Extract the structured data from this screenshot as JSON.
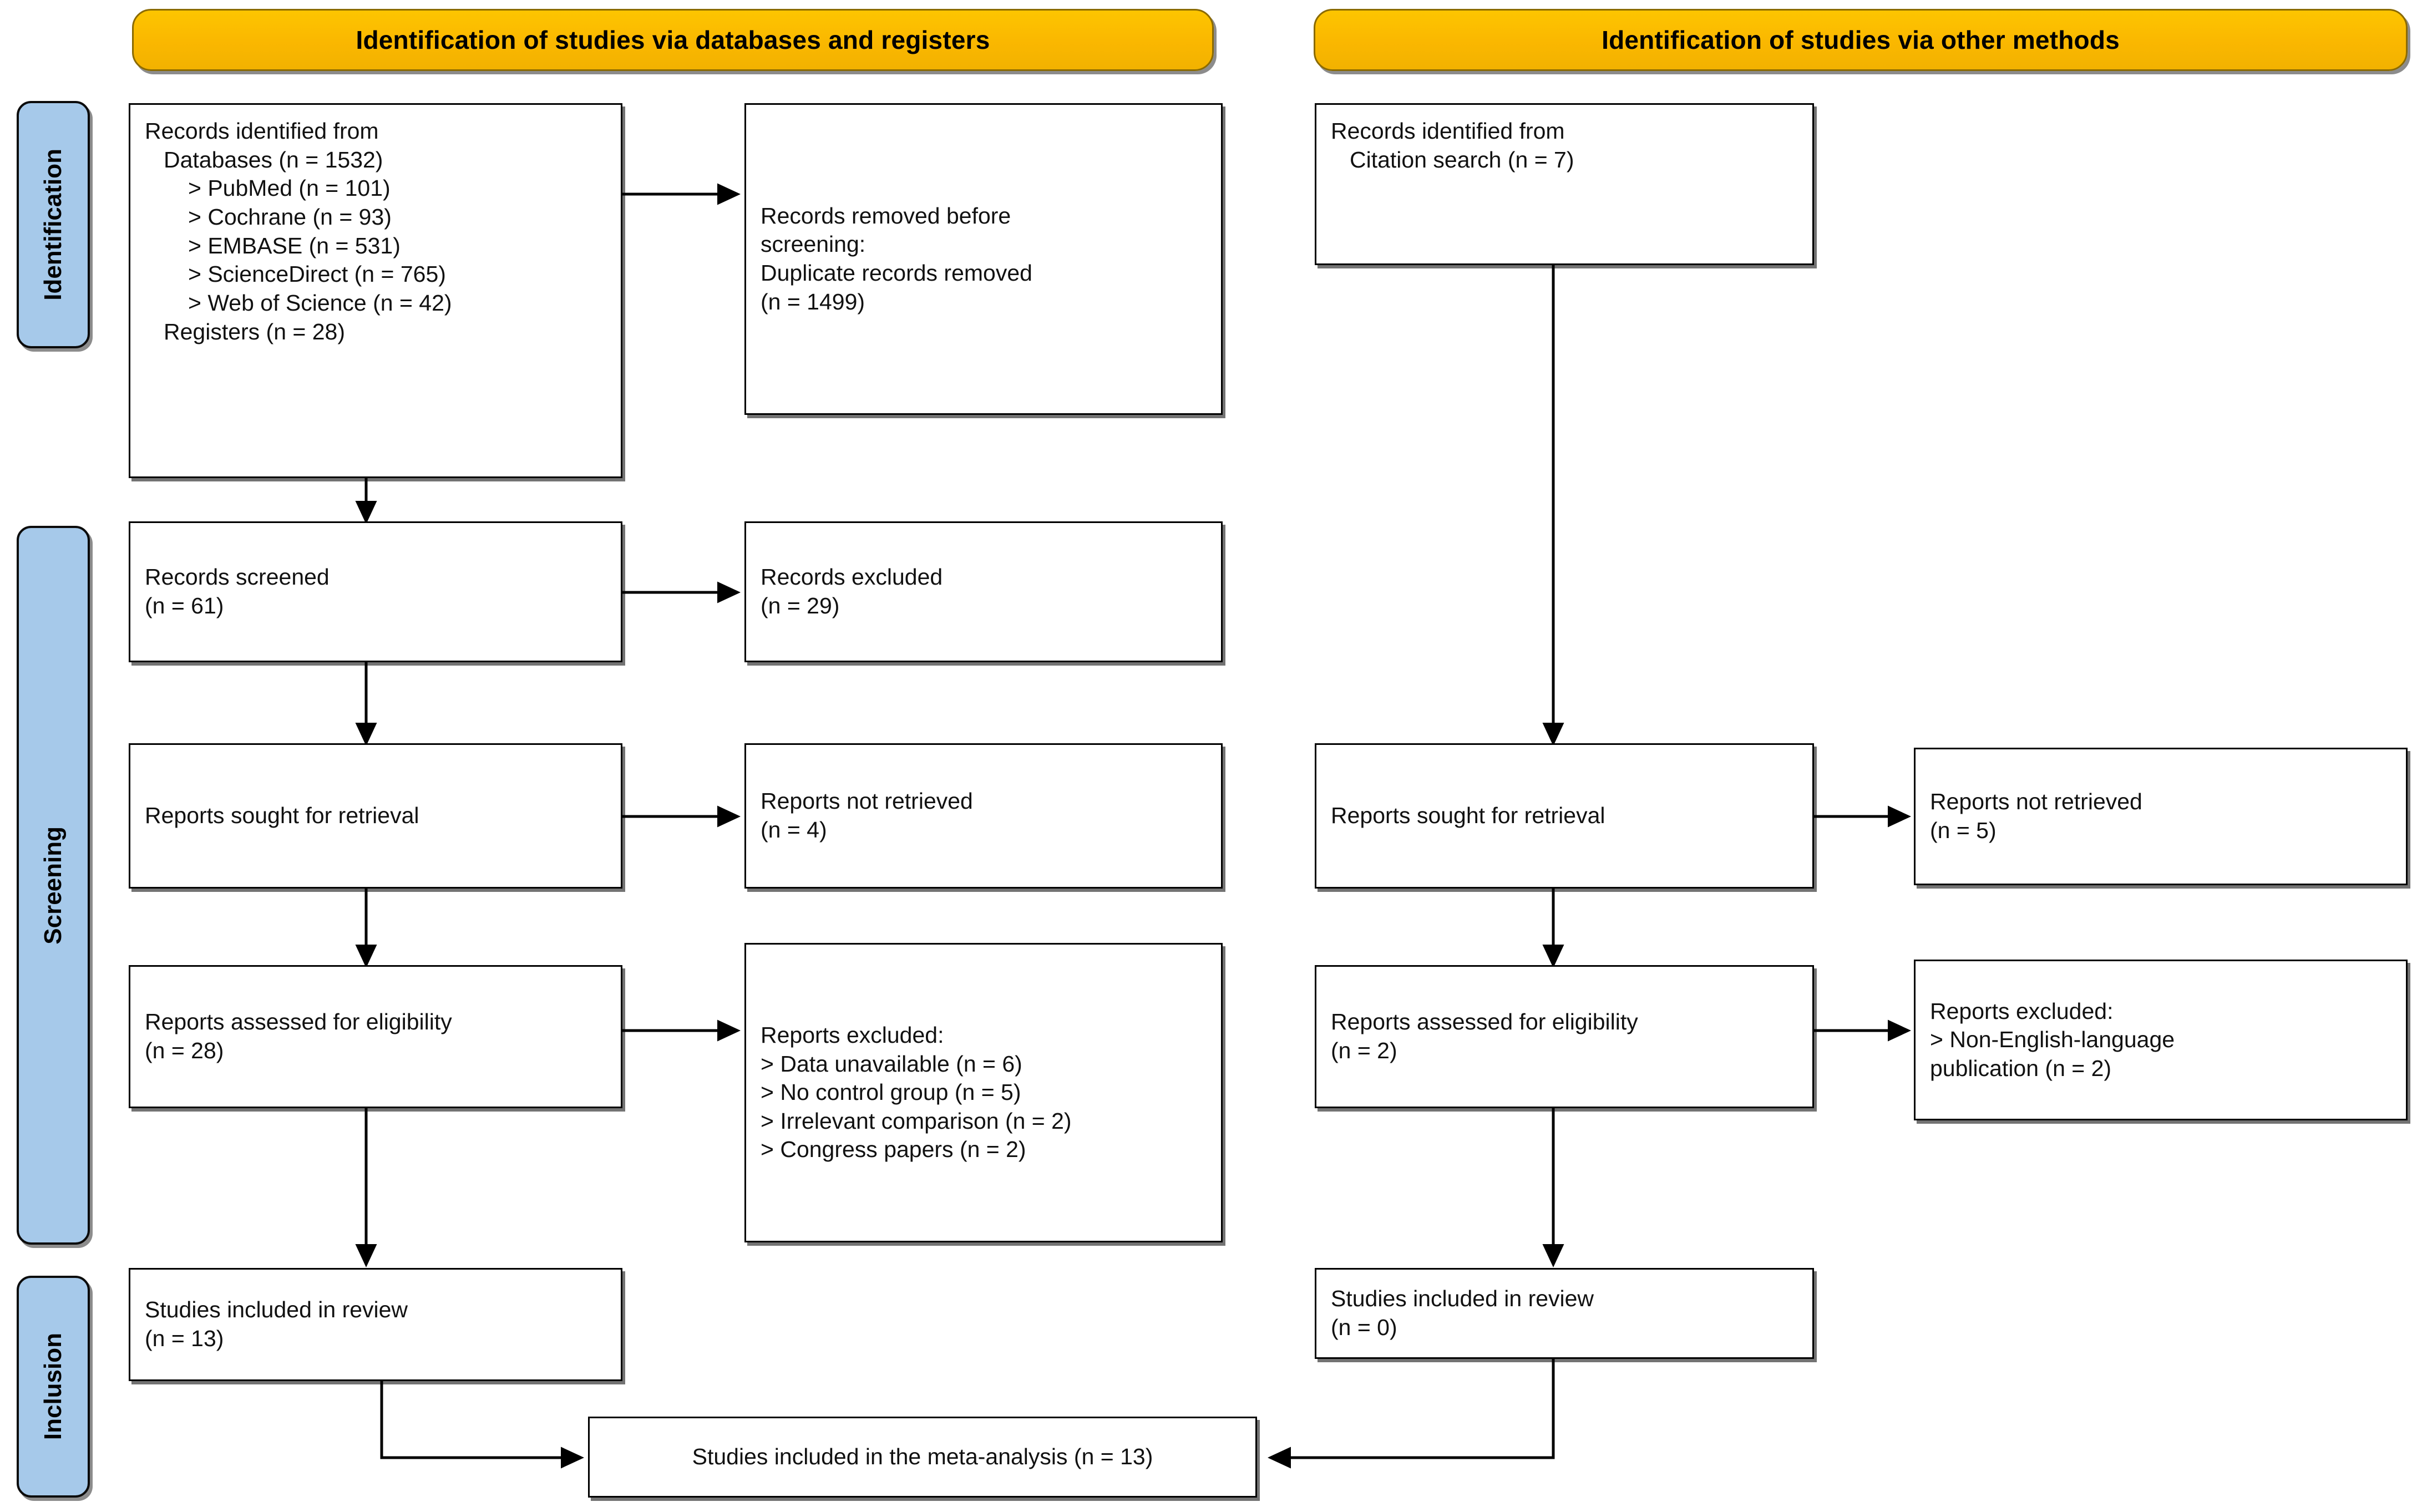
{
  "diagram": {
    "type": "prisma-flow-diagram",
    "colors": {
      "band_fill": "#FDC500",
      "band_border": "#8A6A00",
      "phase_fill": "#A6C9EA",
      "box_border": "#000000",
      "arrow": "#000000"
    }
  },
  "bands": [
    {
      "label": "Identification of studies via databases and registers"
    },
    {
      "label": "Identification of studies via other methods"
    }
  ],
  "phases": [
    {
      "label": "Identification"
    },
    {
      "label": "Screening"
    },
    {
      "label": "Inclusion"
    }
  ],
  "boxes": {
    "records_identified": {
      "l0": "Records identified from",
      "l1": "Databases (n = 1532)",
      "l2": "> PubMed (n = 101)",
      "l3": "> Cochrane (n = 93)",
      "l4": "> EMBASE (n = 531)",
      "l5": "> ScienceDirect (n = 765)",
      "l6": "> Web of Science (n = 42)",
      "l7": "Registers (n = 28)"
    },
    "records_removed": {
      "l0": "Records removed ",
      "l0i": "before",
      "l1i": "screening",
      "l1b": ":",
      "l2": "Duplicate records removed",
      "l3": "(n = 1499)"
    },
    "records_screened": {
      "l0": "Records screened",
      "l1": "(n = 61)"
    },
    "records_excluded": {
      "l0": "Records excluded",
      "l1": "(n = 29)"
    },
    "reports_sought_left": {
      "l0": "Reports sought for retrieval"
    },
    "reports_not_retrieved_left": {
      "l0": "Reports not retrieved",
      "l1": "(n = 4)"
    },
    "reports_assessed_left": {
      "l0": "Reports assessed for eligibility",
      "l1": "(n = 28)"
    },
    "reports_excluded_left": {
      "l0": "Reports excluded:",
      "l1": "> Data unavailable (n = 6)",
      "l2": "> No control group (n = 5)",
      "l3": "> Irrelevant comparison (n = 2)",
      "l4": "> Congress papers (n = 2)"
    },
    "studies_included_left": {
      "l0": "Studies included in review",
      "l1": "(n = 13)"
    },
    "records_identified_other": {
      "l0": "Records identified from",
      "l1": "Citation search (n = 7)"
    },
    "reports_sought_right": {
      "l0": "Reports sought for retrieval"
    },
    "reports_not_retrieved_right": {
      "l0": "Reports not retrieved",
      "l1": "(n = 5)"
    },
    "reports_assessed_right": {
      "l0": "Reports assessed for eligibility",
      "l1": "(n = 2)"
    },
    "reports_excluded_right": {
      "l0": "Reports excluded:",
      "l1": "> Non-English-language",
      "l2": "publication (n = 2)"
    },
    "studies_included_right": {
      "l0": "Studies included in review",
      "l1": "(n = 0)"
    },
    "meta_analysis": {
      "l0": "Studies included in the meta-analysis (n = 13)"
    }
  }
}
